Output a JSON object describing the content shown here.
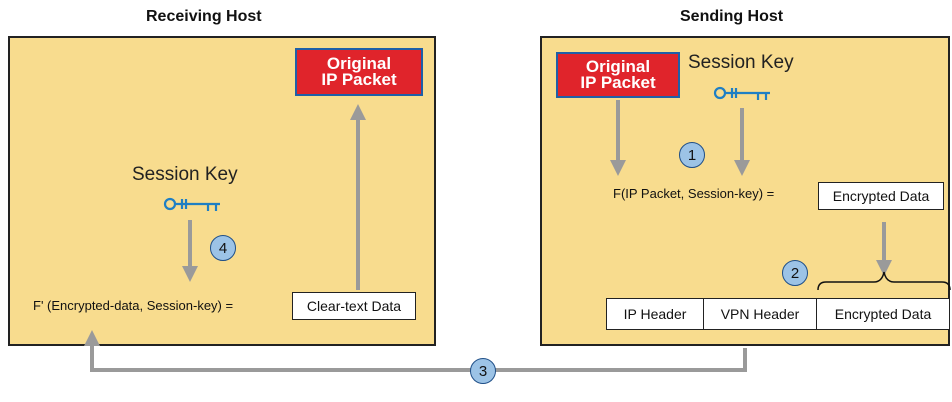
{
  "receiving_host": {
    "title": "Receiving Host",
    "packet_line1": "Original",
    "packet_line2": "IP Packet",
    "session_key": "Session Key",
    "formula": "F' (Encrypted-data, Session-key) =",
    "result": "Clear-text Data",
    "step": "4"
  },
  "sending_host": {
    "title": "Sending Host",
    "packet_line1": "Original",
    "packet_line2": "IP Packet",
    "session_key": "Session Key",
    "formula": "F(IP Packet, Session-key) =",
    "result": "Encrypted Data",
    "step1": "1",
    "step2": "2",
    "vpn_packet": {
      "ip_header": "IP Header",
      "vpn_header": "VPN Header",
      "encrypted_data": "Encrypted Data"
    }
  },
  "transfer_step": "3",
  "colors": {
    "panel": "#f8dc8e",
    "packet": "#e0242b",
    "packet_border": "#1f5fa8",
    "step_fill": "#9cc3e6",
    "arrow": "#9a9a9a",
    "key": "#1f7fc4"
  },
  "icons": [
    "key-icon",
    "key-icon"
  ]
}
